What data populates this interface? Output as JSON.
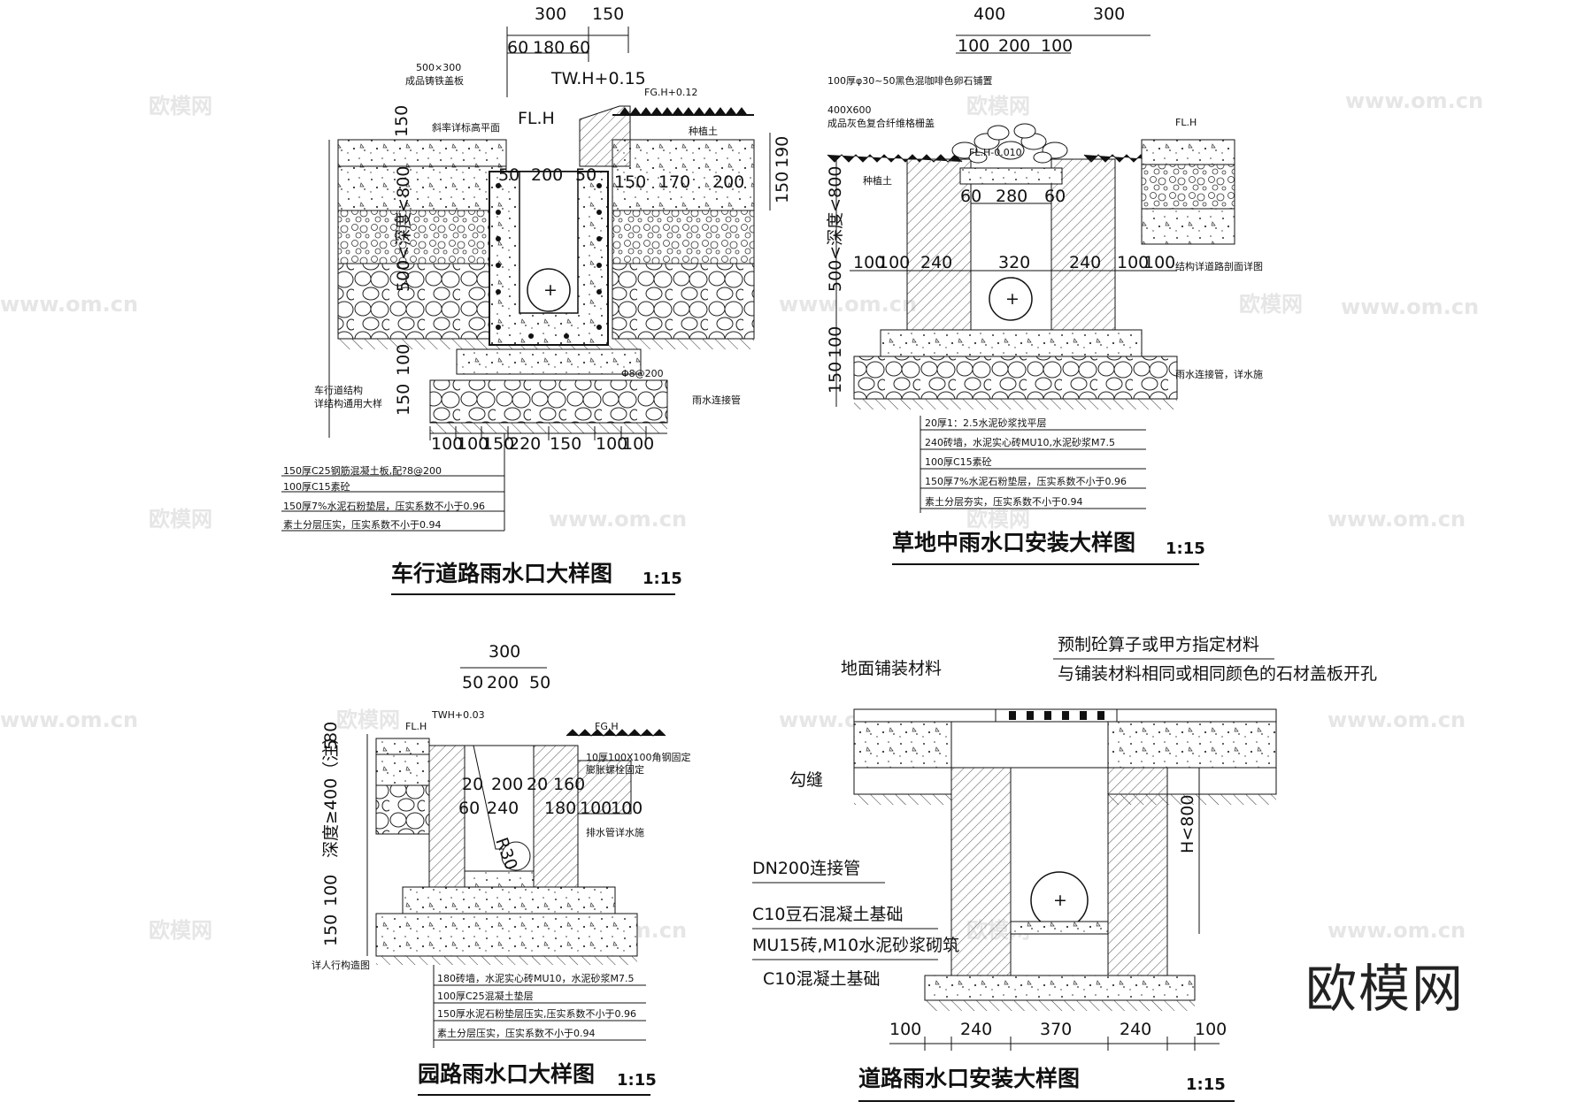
{
  "watermarks": {
    "brand_cn": "欧模网",
    "url": "www.om.cn"
  },
  "brand_logo": "欧模网",
  "drawings": [
    {
      "id": "roadway",
      "title": "车行道路雨水口大样图",
      "scale": "1:15",
      "dims_top": [
        "300",
        "150",
        "60",
        "180",
        "60"
      ],
      "dims_bottom": [
        "100",
        "100",
        "150",
        "220",
        "150",
        "100",
        "100"
      ],
      "dims_left": [
        "150",
        "500<深度<800",
        "150",
        "100"
      ],
      "dims_right": [
        "190",
        "150"
      ],
      "inner_dims": [
        "50",
        "200",
        "50",
        "150",
        "170",
        "200"
      ],
      "labels": {
        "grate": "500×300",
        "grate2": "成品铸铁盖板",
        "twh": "TW.H+0.15",
        "fgh": "FG.H+0.12",
        "flh": "FL.H",
        "slope": "斜率详标高平面",
        "soil": "种植土",
        "rebar": "Φ8@200",
        "pipe": "雨水连接管",
        "struct1": "车行道结构",
        "struct2": "详结构通用大样"
      },
      "notes": [
        "150厚C25钢筋混凝土板,配?8@200",
        "100厚C15素砼",
        "150厚7%水泥石粉垫层，压实系数不小于0.96",
        "素土分层压实，压实系数不小于0.94"
      ]
    },
    {
      "id": "lawn",
      "title": "草地中雨水口安装大样图",
      "scale": "1:15",
      "dims_top": [
        "400",
        "300",
        "100",
        "200",
        "100"
      ],
      "dims_mid": [
        "60",
        "280",
        "60"
      ],
      "dims_row": [
        "100",
        "100",
        "240",
        "320",
        "240",
        "100",
        "100"
      ],
      "dims_left": [
        "500<深度<800",
        "100",
        "150"
      ],
      "labels": {
        "gravel": "100厚φ30~50黑色混咖啡色卵石铺置",
        "grate": "400X600",
        "grate2": "成品灰色复合纤维格栅盖",
        "soil": "种植土",
        "flh": "FL.H",
        "flh2": "FL.H-0.010",
        "struct": "结构详道路剖面详图",
        "pipe": "雨水连接管，详水施"
      },
      "notes": [
        "20厚1：2.5水泥砂浆找平层",
        "240砖墙，水泥实心砖MU10,水泥砂浆M7.5",
        "100厚C15素砼",
        "150厚7%水泥石粉垫层，压实系数不小于0.96",
        "素土分层夯实，压实系数不小于0.94"
      ]
    },
    {
      "id": "garden",
      "title": "园路雨水口大样图",
      "scale": "1:15",
      "dims_top": [
        "300",
        "50",
        "200",
        "50"
      ],
      "dims_row1": [
        "20",
        "200",
        "20",
        "160"
      ],
      "dims_row2": [
        "60",
        "240",
        "180",
        "100",
        "100"
      ],
      "dims_left": [
        "80",
        "5",
        "深度≥400（注）",
        "100",
        "150"
      ],
      "labels": {
        "twh": "TWH+0.03",
        "flh": "FL.H",
        "fgh": "FG.H",
        "angle1": "10厚100X100角钢固定",
        "angle2": "膨胀螺栓固定",
        "drain": "排水管详水施",
        "radius": "R30",
        "ped": "详人行构造图"
      },
      "notes": [
        "180砖墙，水泥实心砖MU10，水泥砂浆M7.5",
        "100厚C25混凝土垫层",
        "150厚水泥石粉垫层压实,压实系数不小于0.96",
        "素土分层压实，压实系数不小于0.94"
      ]
    },
    {
      "id": "roadinstall",
      "title": "道路雨水口安装大样图",
      "scale": "1:15",
      "dims_bottom": [
        "100",
        "240",
        "370",
        "240",
        "100"
      ],
      "dim_right": "H<800",
      "labels": {
        "paving": "地面铺装材料",
        "precast1": "预制砼算子或甲方指定材料",
        "precast2": "与铺装材料相同或相同颜色的石材盖板开孔",
        "joint": "勾缝",
        "pipe": "DN200连接管",
        "base1": "C10豆石混凝土基础",
        "brick": "MU15砖,M10水泥砂浆砌筑",
        "base2": "C10混凝土基础"
      }
    }
  ]
}
